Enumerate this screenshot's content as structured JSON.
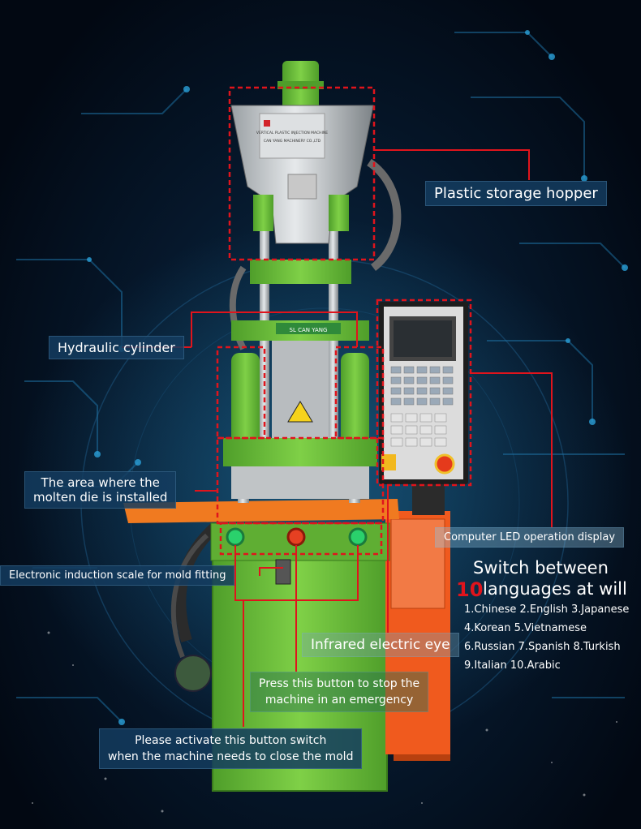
{
  "labels": {
    "hopper": "Plastic storage hopper",
    "cylinder": "Hydraulic cylinder",
    "mold_area_1": "The area where the",
    "mold_area_2": "molten die is installed",
    "display": "Computer LED operation display",
    "scale": "Electronic induction scale for mold fitting",
    "eye": "Infrared electric eye",
    "stop_1": "Press this button to stop the",
    "stop_2": "machine in an emergency",
    "close_1": "Please activate this button switch",
    "close_2": "when the machine needs to close the mold"
  },
  "languages": {
    "title": "Switch between",
    "number": "10",
    "subtitle": "languages at will",
    "lines": [
      "1.Chinese 2.English 3.Japanese",
      "4.Korean 5.Vietnamese",
      "6.Russian 7.Spanish 8.Turkish",
      "9.Italian 10.Arabic"
    ]
  },
  "machine_plate": {
    "brand": "SL CAN YANG",
    "line1": "VERTICAL PLASTIC INJECTION MACHINE",
    "line2": "CAN YANG MACHINERY CO.,LTD"
  },
  "colors": {
    "machine_green": "#6cc33a",
    "dark_green": "#3f8a22",
    "orange_table": "#f07a20",
    "cabinet_orange": "#f05a1e",
    "highlight_red": "#e0141c",
    "panel_gray": "#d8d8d8",
    "label_box": "#143c5f"
  }
}
